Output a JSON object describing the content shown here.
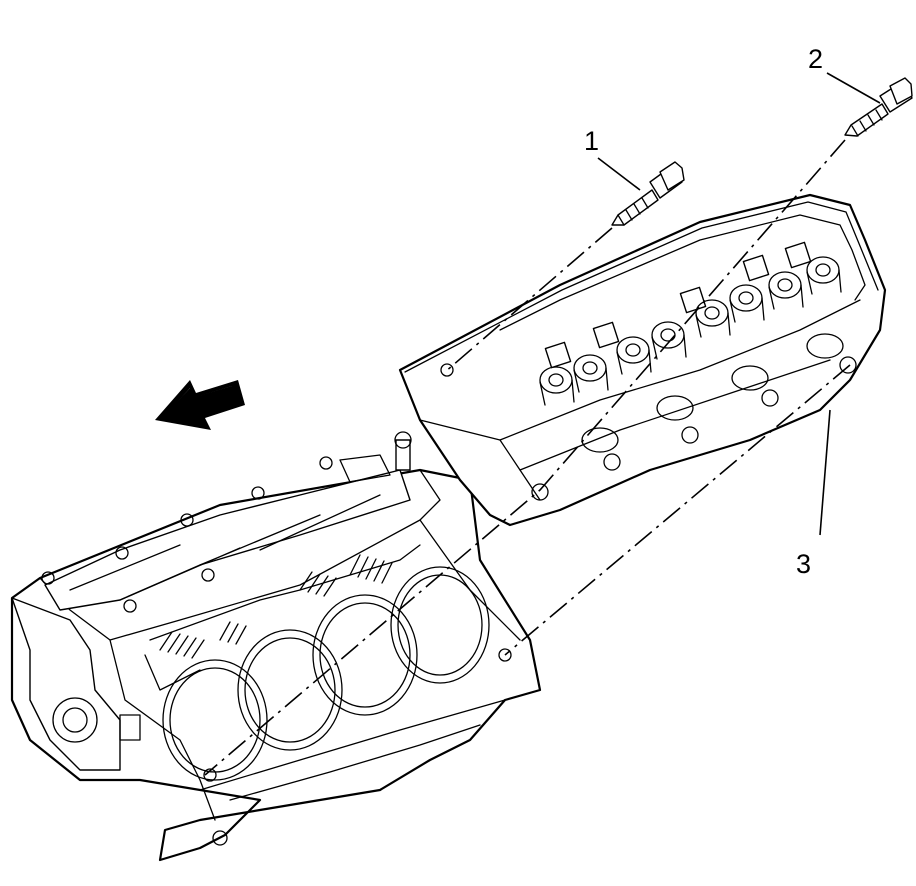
{
  "callouts": [
    {
      "id": "callout-1",
      "label": "1"
    },
    {
      "id": "callout-2",
      "label": "2"
    },
    {
      "id": "callout-3",
      "label": "3"
    }
  ],
  "icons": {
    "direction_arrow": "arrow-left-down-icon",
    "bolt": "bolt-icon"
  }
}
